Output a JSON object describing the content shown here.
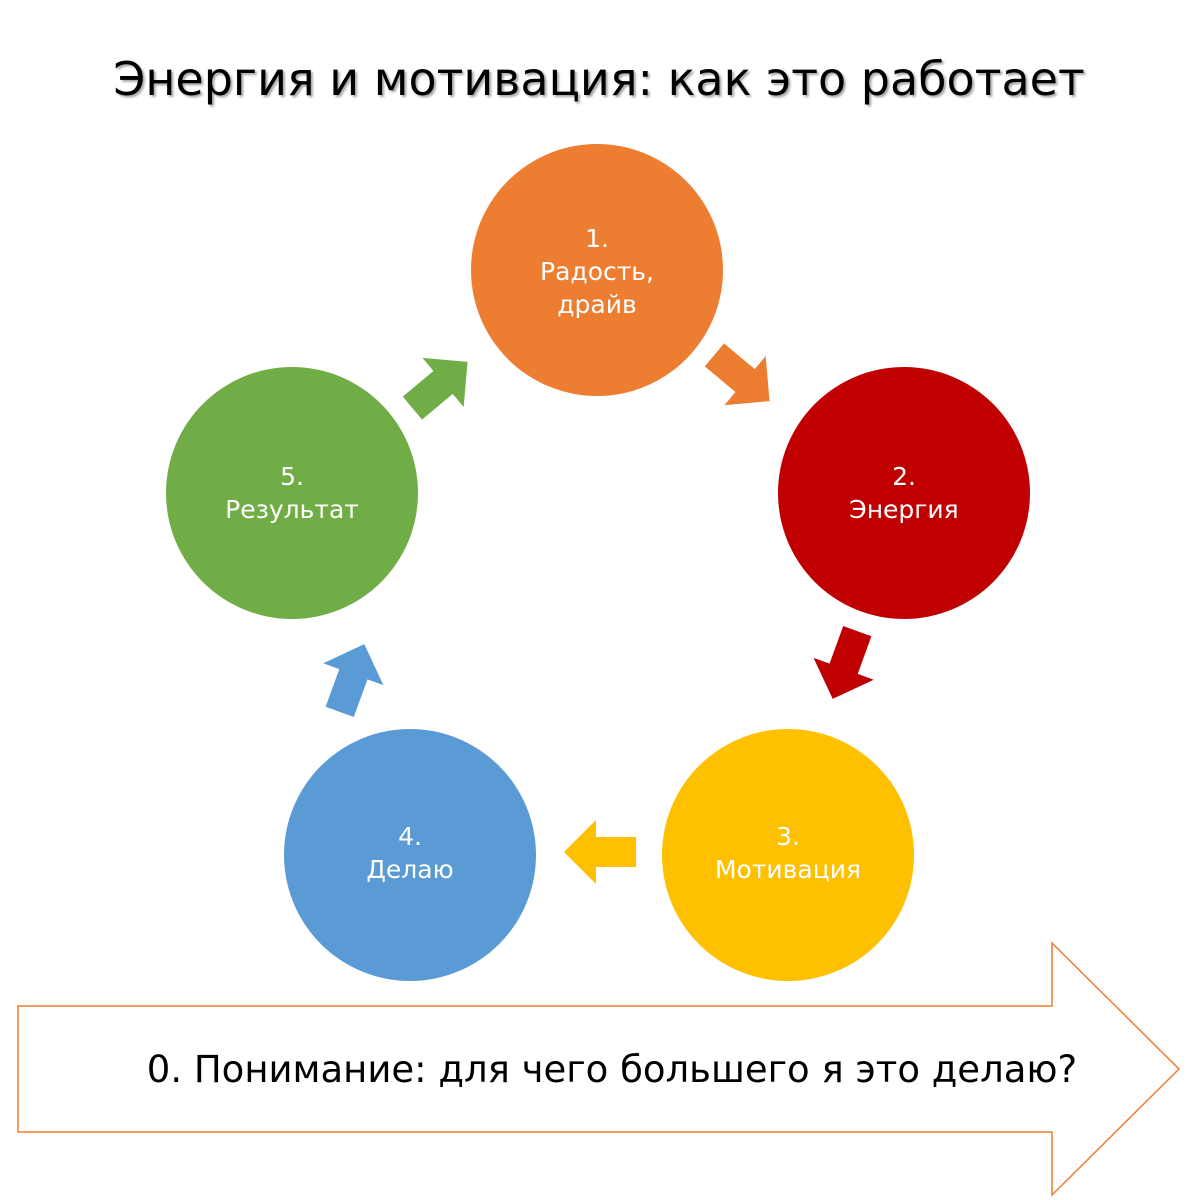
{
  "title": "Энергия и мотивация: как это работает",
  "nodes": [
    {
      "number": "1.",
      "lines": [
        "Радость,",
        "драйв"
      ],
      "color": "#ED7D31"
    },
    {
      "number": "2.",
      "lines": [
        "Энергия"
      ],
      "color": "#C00000"
    },
    {
      "number": "3.",
      "lines": [
        "Мотивация"
      ],
      "color": "#FFC000"
    },
    {
      "number": "4.",
      "lines": [
        "Делаю"
      ],
      "color": "#5B9BD5"
    },
    {
      "number": "5.",
      "lines": [
        "Результат"
      ],
      "color": "#70AD47"
    }
  ],
  "banner": {
    "text": "0. Понимание: для чего большего я это делаю?",
    "outline_color": "#ED7D31"
  }
}
